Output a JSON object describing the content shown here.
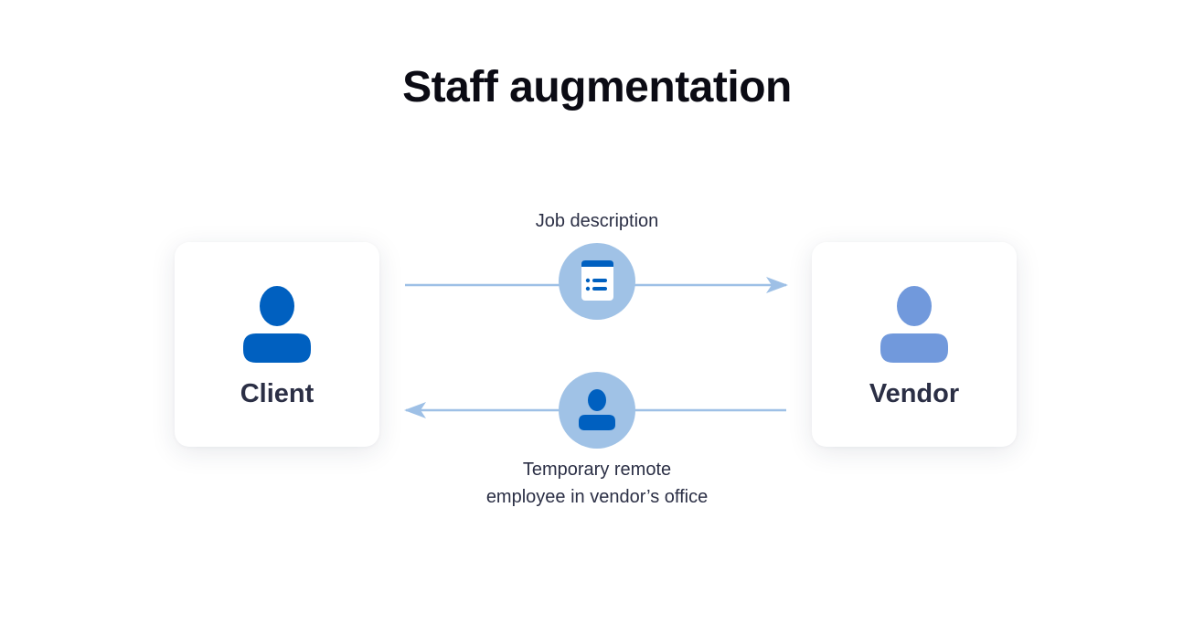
{
  "title": "Staff augmentation",
  "client": {
    "label": "Client",
    "icon": "person-icon",
    "color": "#0060c0"
  },
  "vendor": {
    "label": "Vendor",
    "icon": "person-icon",
    "color": "#7199dc"
  },
  "flows": {
    "top": {
      "label": "Job description",
      "icon": "document-list-icon",
      "direction": "client-to-vendor"
    },
    "bottom": {
      "label_line1": "Temporary remote",
      "label_line2": "employee in vendor’s office",
      "icon": "person-icon",
      "direction": "vendor-to-client"
    }
  },
  "colors": {
    "arrow": "#9ec0e6",
    "bubble": "#a0c2e6",
    "accent": "#0060c0",
    "text": "#2b2f45"
  }
}
